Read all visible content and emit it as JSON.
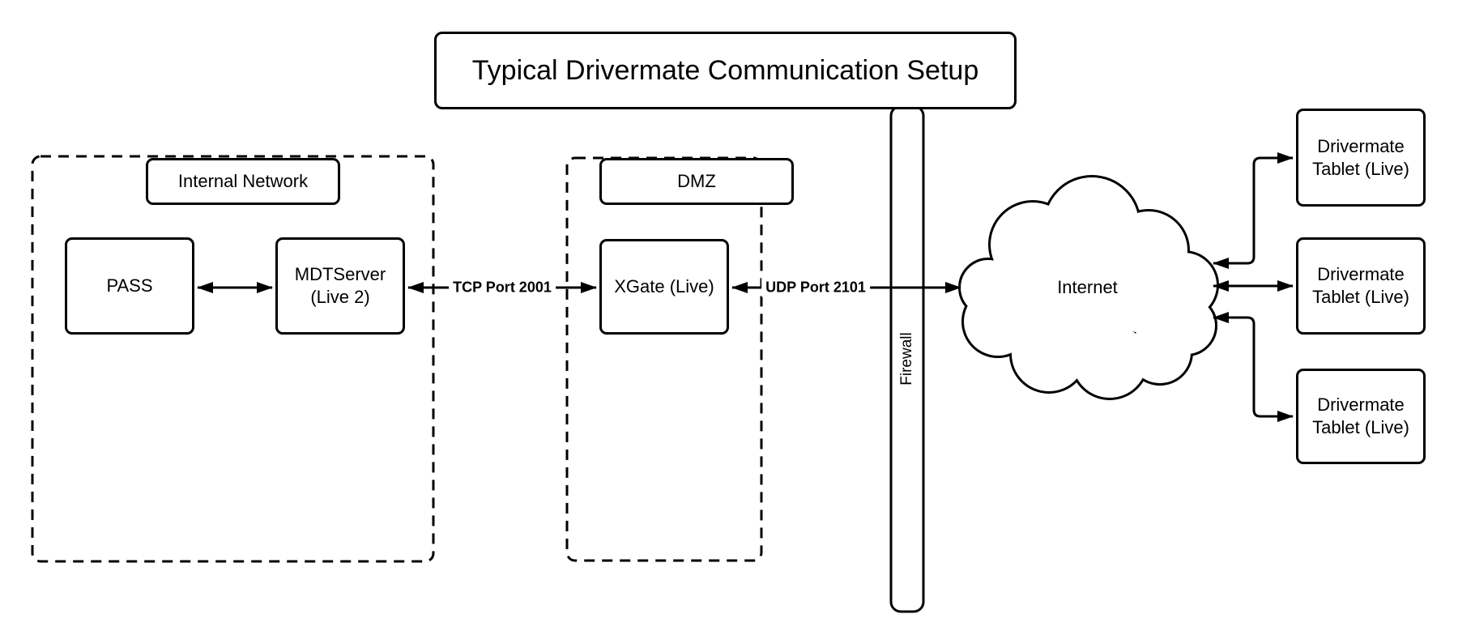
{
  "title": "Typical Drivermate Communication Setup",
  "zones": {
    "internal_network": {
      "label": "Internal Network"
    },
    "dmz": {
      "label": "DMZ"
    }
  },
  "nodes": {
    "pass": {
      "label": "PASS"
    },
    "mdt_server": {
      "line1": "MDTServer",
      "line2": "(Live 2)"
    },
    "xgate": {
      "label": "XGate (Live)"
    },
    "firewall": {
      "label": "Firewall"
    },
    "internet": {
      "label": "Internet"
    },
    "tablets": [
      {
        "line1": "Drivermate",
        "line2": "Tablet (Live)"
      },
      {
        "line1": "Drivermate",
        "line2": "Tablet (Live)"
      },
      {
        "line1": "Drivermate",
        "line2": "Tablet (Live)"
      }
    ]
  },
  "connections": [
    {
      "from": "PASS",
      "to": "MDTServer (Live 2)",
      "label": "",
      "bidirectional": true
    },
    {
      "from": "MDTServer (Live 2)",
      "to": "XGate (Live)",
      "label": "TCP Port 2001",
      "bidirectional": true
    },
    {
      "from": "XGate (Live)",
      "to": "Internet",
      "label": "UDP Port 2101",
      "bidirectional": true
    },
    {
      "from": "Internet",
      "to": "Drivermate Tablet (Live) 1",
      "label": "",
      "bidirectional": true
    },
    {
      "from": "Internet",
      "to": "Drivermate Tablet (Live) 2",
      "label": "",
      "bidirectional": true
    },
    {
      "from": "Internet",
      "to": "Drivermate Tablet (Live) 3",
      "label": "",
      "bidirectional": true
    }
  ],
  "colors": {
    "stroke": "#000000",
    "background": "#ffffff"
  }
}
